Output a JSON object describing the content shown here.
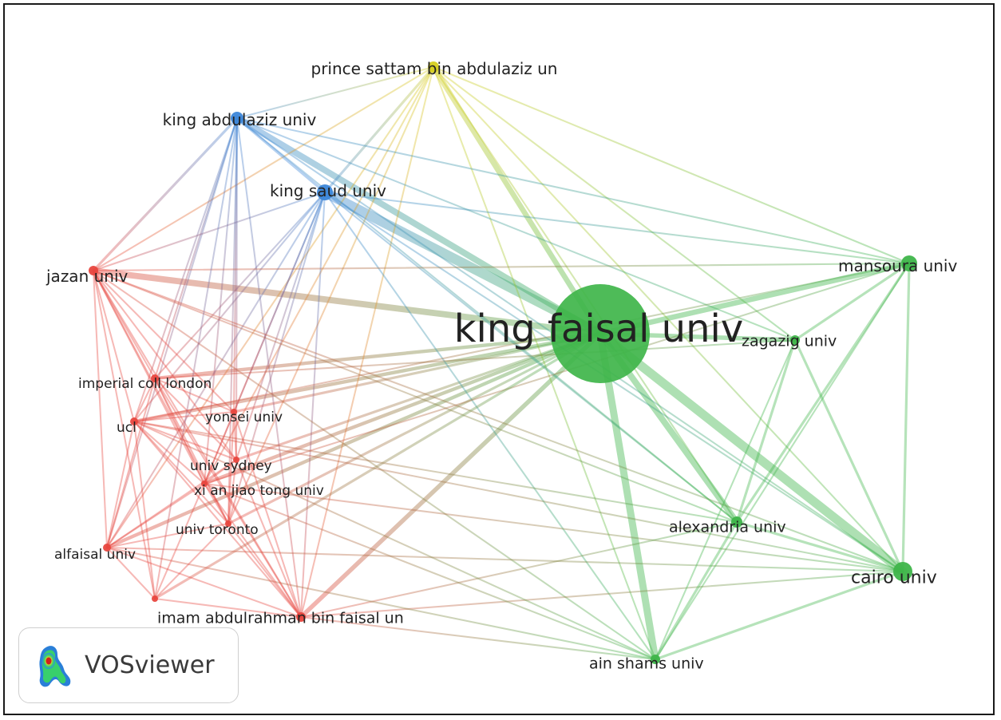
{
  "clusters": {
    "red": "#e8473f",
    "green": "#3fb54a",
    "blue": "#3c86d8",
    "yellow": "#d6cf1f"
  },
  "nodes": [
    {
      "id": "kfu",
      "label": "king faisal univ",
      "cluster": "green",
      "weight": 10
    },
    {
      "id": "psau",
      "label": "prince sattam bin abdulaziz un",
      "cluster": "yellow",
      "weight": 2
    },
    {
      "id": "kau",
      "label": "king abdulaziz univ",
      "cluster": "blue",
      "weight": 2
    },
    {
      "id": "ksu",
      "label": "king saud univ",
      "cluster": "blue",
      "weight": 2.2
    },
    {
      "id": "jazan",
      "label": "jazan univ",
      "cluster": "red",
      "weight": 1.5
    },
    {
      "id": "mansoura",
      "label": "mansoura univ",
      "cluster": "green",
      "weight": 2.2
    },
    {
      "id": "zagazig",
      "label": "zagazig univ",
      "cluster": "green",
      "weight": 1.4
    },
    {
      "id": "imperial",
      "label": "imperial coll london",
      "cluster": "red",
      "weight": 1.1
    },
    {
      "id": "yonsei",
      "label": "yonsei univ",
      "cluster": "red",
      "weight": 1
    },
    {
      "id": "ucl",
      "label": "ucl",
      "cluster": "red",
      "weight": 1.2
    },
    {
      "id": "sydney",
      "label": "univ sydney",
      "cluster": "red",
      "weight": 1
    },
    {
      "id": "xian",
      "label": "xi an jiao tong univ",
      "cluster": "red",
      "weight": 1.1
    },
    {
      "id": "toronto",
      "label": "univ toronto",
      "cluster": "red",
      "weight": 1
    },
    {
      "id": "alfaisal",
      "label": "alfaisal univ",
      "cluster": "red",
      "weight": 1.3
    },
    {
      "id": "alexandria",
      "label": "alexandria univ",
      "cluster": "green",
      "weight": 1.6
    },
    {
      "id": "cairo",
      "label": "cairo univ",
      "cluster": "green",
      "weight": 2.4
    },
    {
      "id": "imam",
      "label": "imam abdulrahman bin faisal un",
      "cluster": "red",
      "weight": 1.4
    },
    {
      "id": "ainshams",
      "label": "ain shams univ",
      "cluster": "green",
      "weight": 1.4
    }
  ],
  "links": [
    [
      "kfu",
      "ksu",
      10
    ],
    [
      "kfu",
      "kau",
      6
    ],
    [
      "kfu",
      "psau",
      5
    ],
    [
      "kfu",
      "mansoura",
      5
    ],
    [
      "kfu",
      "cairo",
      9
    ],
    [
      "kfu",
      "alexandria",
      6
    ],
    [
      "kfu",
      "ainshams",
      7
    ],
    [
      "kfu",
      "zagazig",
      4
    ],
    [
      "kfu",
      "jazan",
      6
    ],
    [
      "kfu",
      "imam",
      4
    ],
    [
      "kfu",
      "alfaisal",
      3
    ],
    [
      "kfu",
      "imperial",
      3
    ],
    [
      "kfu",
      "ucl",
      3
    ],
    [
      "kfu",
      "xian",
      3
    ],
    [
      "kfu",
      "sydney",
      2
    ],
    [
      "kfu",
      "toronto",
      2
    ],
    [
      "kfu",
      "yonsei",
      2
    ],
    [
      "psau",
      "ksu",
      2
    ],
    [
      "psau",
      "kau",
      1
    ],
    [
      "psau",
      "mansoura",
      1
    ],
    [
      "psau",
      "cairo",
      1
    ],
    [
      "psau",
      "alexandria",
      1
    ],
    [
      "psau",
      "ainshams",
      1
    ],
    [
      "psau",
      "zagazig",
      1
    ],
    [
      "psau",
      "jazan",
      1
    ],
    [
      "psau",
      "imam",
      1
    ],
    [
      "psau",
      "xian",
      1
    ],
    [
      "psau",
      "toronto",
      1
    ],
    [
      "psau",
      "alfaisal",
      1
    ],
    [
      "kau",
      "ksu",
      2
    ],
    [
      "kau",
      "jazan",
      2
    ],
    [
      "kau",
      "mansoura",
      1
    ],
    [
      "kau",
      "cairo",
      1
    ],
    [
      "kau",
      "alexandria",
      1
    ],
    [
      "kau",
      "ucl",
      1
    ],
    [
      "kau",
      "imperial",
      1
    ],
    [
      "kau",
      "sydney",
      1
    ],
    [
      "kau",
      "xian",
      1
    ],
    [
      "kau",
      "toronto",
      1
    ],
    [
      "kau",
      "alfaisal",
      1
    ],
    [
      "kau",
      "imam",
      1
    ],
    [
      "kau",
      "yonsei",
      1
    ],
    [
      "kau",
      "zagazig",
      1
    ],
    [
      "ksu",
      "jazan",
      1
    ],
    [
      "ksu",
      "mansoura",
      1
    ],
    [
      "ksu",
      "cairo",
      1
    ],
    [
      "ksu",
      "alexandria",
      1
    ],
    [
      "ksu",
      "ainshams",
      1
    ],
    [
      "ksu",
      "imperial",
      1
    ],
    [
      "ksu",
      "ucl",
      1
    ],
    [
      "ksu",
      "sydney",
      1
    ],
    [
      "ksu",
      "xian",
      1
    ],
    [
      "ksu",
      "toronto",
      1
    ],
    [
      "ksu",
      "alfaisal",
      1
    ],
    [
      "ksu",
      "imam",
      1
    ],
    [
      "ksu",
      "yonsei",
      1
    ],
    [
      "jazan",
      "alfaisal",
      1
    ],
    [
      "jazan",
      "imperial",
      1
    ],
    [
      "jazan",
      "ucl",
      1
    ],
    [
      "jazan",
      "sydney",
      1
    ],
    [
      "jazan",
      "xian",
      1
    ],
    [
      "jazan",
      "toronto",
      1
    ],
    [
      "jazan",
      "imam",
      1
    ],
    [
      "jazan",
      "yonsei",
      1
    ],
    [
      "jazan",
      "mansoura",
      1
    ],
    [
      "jazan",
      "cairo",
      1
    ],
    [
      "jazan",
      "alexandria",
      1
    ],
    [
      "jazan",
      "ainshams",
      1
    ],
    [
      "mansoura",
      "cairo",
      2
    ],
    [
      "mansoura",
      "alexandria",
      2
    ],
    [
      "mansoura",
      "zagazig",
      2
    ],
    [
      "mansoura",
      "ainshams",
      1
    ],
    [
      "mansoura",
      "ucl",
      1
    ],
    [
      "mansoura",
      "xian",
      1
    ],
    [
      "cairo",
      "alexandria",
      2
    ],
    [
      "cairo",
      "ainshams",
      2
    ],
    [
      "cairo",
      "zagazig",
      2
    ],
    [
      "cairo",
      "imam",
      1
    ],
    [
      "cairo",
      "alfaisal",
      1
    ],
    [
      "cairo",
      "ucl",
      1
    ],
    [
      "cairo",
      "xian",
      1
    ],
    [
      "alexandria",
      "ainshams",
      2
    ],
    [
      "alexandria",
      "zagazig",
      2
    ],
    [
      "alexandria",
      "imam",
      1
    ],
    [
      "alexandria",
      "ucl",
      1
    ],
    [
      "zagazig",
      "ainshams",
      1
    ],
    [
      "zagazig",
      "imperial",
      1
    ],
    [
      "ainshams",
      "imam",
      1
    ],
    [
      "ainshams",
      "ucl",
      1
    ],
    [
      "ainshams",
      "xian",
      1
    ],
    [
      "ainshams",
      "alfaisal",
      1
    ],
    [
      "imperial",
      "ucl",
      1
    ],
    [
      "imperial",
      "sydney",
      1
    ],
    [
      "imperial",
      "xian",
      1
    ],
    [
      "imperial",
      "toronto",
      1
    ],
    [
      "imperial",
      "alfaisal",
      1
    ],
    [
      "imperial",
      "imam",
      1
    ],
    [
      "imperial",
      "yonsei",
      1
    ],
    [
      "ucl",
      "sydney",
      1
    ],
    [
      "ucl",
      "xian",
      1
    ],
    [
      "ucl",
      "toronto",
      1
    ],
    [
      "ucl",
      "alfaisal",
      1
    ],
    [
      "ucl",
      "imam",
      1
    ],
    [
      "ucl",
      "yonsei",
      1
    ],
    [
      "sydney",
      "xian",
      1
    ],
    [
      "sydney",
      "toronto",
      1
    ],
    [
      "sydney",
      "imam",
      1
    ],
    [
      "sydney",
      "alfaisal",
      1
    ],
    [
      "sydney",
      "yonsei",
      1
    ],
    [
      "xian",
      "toronto",
      1
    ],
    [
      "xian",
      "imam",
      1
    ],
    [
      "xian",
      "alfaisal",
      1
    ],
    [
      "xian",
      "yonsei",
      1
    ],
    [
      "toronto",
      "imam",
      1
    ],
    [
      "toronto",
      "alfaisal",
      1
    ],
    [
      "toronto",
      "yonsei",
      1
    ],
    [
      "alfaisal",
      "imam",
      1
    ],
    [
      "yonsei",
      "imam",
      1
    ],
    [
      "kau",
      "extra_red",
      1
    ],
    [
      "jazan",
      "extra_red",
      1
    ],
    [
      "alfaisal",
      "extra_red",
      1
    ],
    [
      "imam",
      "extra_red",
      1
    ],
    [
      "ucl",
      "extra_red",
      1
    ],
    [
      "xian",
      "extra_red",
      1
    ],
    [
      "toronto",
      "extra_red",
      1
    ],
    [
      "kfu",
      "extra_red",
      2
    ]
  ],
  "extra_nodes": [
    {
      "id": "extra_red",
      "label": "",
      "cluster": "red",
      "weight": 0.8
    }
  ],
  "logo": {
    "text": "VOSviewer",
    "icon": "vosviewer-density-icon"
  }
}
